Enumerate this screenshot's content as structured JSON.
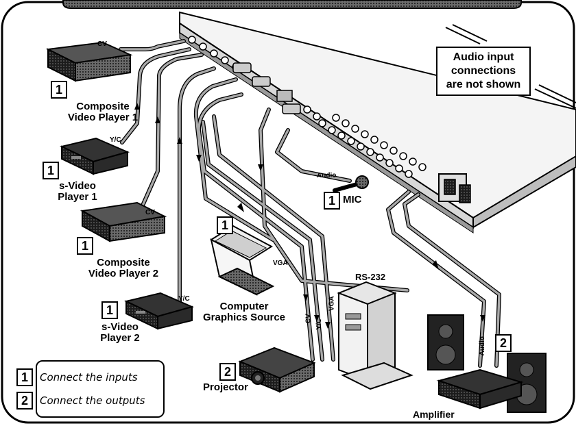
{
  "note": {
    "line1": "Audio input",
    "line2": "connections",
    "line3": "are not shown"
  },
  "devices": {
    "cvp1": {
      "name1": "Composite",
      "name2": "Video Player 1",
      "port": "CV",
      "step": "1"
    },
    "svp1": {
      "name1": "s-Video",
      "name2": "Player 1",
      "port": "Y/C",
      "step": "1"
    },
    "cvp2": {
      "name1": "Composite",
      "name2": "Video Player 2",
      "port": "CV",
      "step": "1"
    },
    "svp2": {
      "name1": "s-Video",
      "name2": "Player 2",
      "port": "Y/C",
      "step": "1"
    },
    "laptop": {
      "name1": "Computer",
      "name2": "Graphics Source",
      "port": "VGA",
      "step": "1"
    },
    "mic": {
      "name": "MIC",
      "cable": "Audio",
      "step": "1"
    },
    "projector": {
      "name": "Projector",
      "step": "2",
      "cable_cv": "CV",
      "cable_yc": "Y/C",
      "cable_vga": "VGA"
    },
    "pc": {
      "name": "RS-232"
    },
    "amp": {
      "name": "Amplifier",
      "cable": "Audio",
      "step": "2"
    }
  },
  "legend": {
    "step1_num": "1",
    "step1_text": "Connect the inputs",
    "step2_num": "2",
    "step2_text": "Connect the outputs"
  }
}
